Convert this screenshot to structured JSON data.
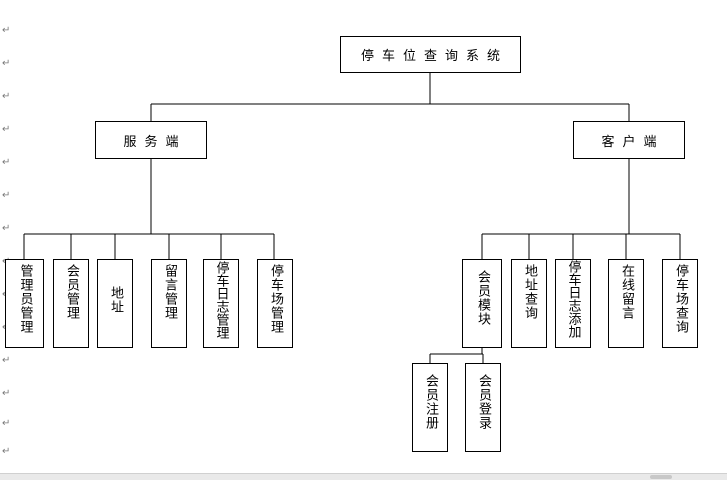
{
  "diagram": {
    "root": "停车位查询系统",
    "server": {
      "label": "服务端",
      "children": [
        "管理员管理",
        "会员管理",
        "地址",
        "留言管理",
        "停车日志管理",
        "停车场管理"
      ]
    },
    "client": {
      "label": "客户端",
      "children": [
        "会员模块",
        "地址查询",
        "停车日志添加",
        "在线留言",
        "停车场查询"
      ],
      "member_children": [
        "会员注册",
        "会员登录"
      ]
    }
  },
  "margin_mark": "↵"
}
